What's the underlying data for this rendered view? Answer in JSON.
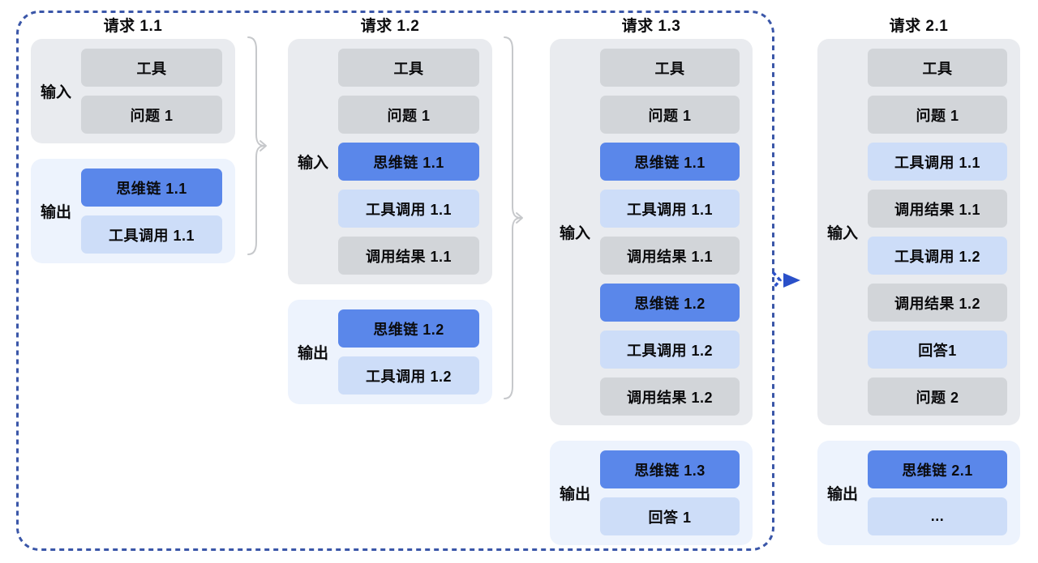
{
  "labels": {
    "input": "输入",
    "output": "输出"
  },
  "colors": {
    "boundary_dash_blue": "#3a56a8",
    "next_arrow_blue": "#2a50c9",
    "box_gray": "#d2d5d9",
    "box_blue": "#5a87ea",
    "box_lightblue": "#cdddf8",
    "input_group_bg": "#e9ebef",
    "output_group_bg": "#edf3fd",
    "brace_gray": "#c6c8cb",
    "text": "#0b0b0d"
  },
  "columns": [
    {
      "title": "请求 1.1",
      "input_label": "输入",
      "output_label": "输出",
      "input": [
        {
          "text": "工具",
          "type": "gray"
        },
        {
          "text": "问题 1",
          "type": "gray"
        }
      ],
      "output": [
        {
          "text": "思维链 1.1",
          "type": "blue"
        },
        {
          "text": "工具调用 1.1",
          "type": "lightblue"
        }
      ]
    },
    {
      "title": "请求 1.2",
      "input_label": "输入",
      "output_label": "输出",
      "input": [
        {
          "text": "工具",
          "type": "gray"
        },
        {
          "text": "问题 1",
          "type": "gray"
        },
        {
          "text": "思维链 1.1",
          "type": "blue"
        },
        {
          "text": "工具调用 1.1",
          "type": "lightblue"
        },
        {
          "text": "调用结果 1.1",
          "type": "gray"
        }
      ],
      "output": [
        {
          "text": "思维链 1.2",
          "type": "blue"
        },
        {
          "text": "工具调用 1.2",
          "type": "lightblue"
        }
      ]
    },
    {
      "title": "请求 1.3",
      "input_label": "输入",
      "output_label": "输出",
      "input": [
        {
          "text": "工具",
          "type": "gray"
        },
        {
          "text": "问题 1",
          "type": "gray"
        },
        {
          "text": "思维链 1.1",
          "type": "blue"
        },
        {
          "text": "工具调用 1.1",
          "type": "lightblue"
        },
        {
          "text": "调用结果 1.1",
          "type": "gray"
        },
        {
          "text": "思维链 1.2",
          "type": "blue"
        },
        {
          "text": "工具调用 1.2",
          "type": "lightblue"
        },
        {
          "text": "调用结果 1.2",
          "type": "gray"
        }
      ],
      "output": [
        {
          "text": "思维链 1.3",
          "type": "blue"
        },
        {
          "text": "回答 1",
          "type": "lightblue"
        }
      ]
    },
    {
      "title": "请求 2.1",
      "input_label": "输入",
      "output_label": "输出",
      "input": [
        {
          "text": "工具",
          "type": "gray"
        },
        {
          "text": "问题 1",
          "type": "gray"
        },
        {
          "text": "工具调用 1.1",
          "type": "lightblue"
        },
        {
          "text": "调用结果 1.1",
          "type": "gray"
        },
        {
          "text": "工具调用 1.2",
          "type": "lightblue"
        },
        {
          "text": "调用结果 1.2",
          "type": "gray"
        },
        {
          "text": "回答1",
          "type": "lightblue"
        },
        {
          "text": "问题 2",
          "type": "gray"
        }
      ],
      "output": [
        {
          "text": "思维链 2.1",
          "type": "blue"
        },
        {
          "text": "...",
          "type": "lightblue"
        }
      ]
    }
  ]
}
